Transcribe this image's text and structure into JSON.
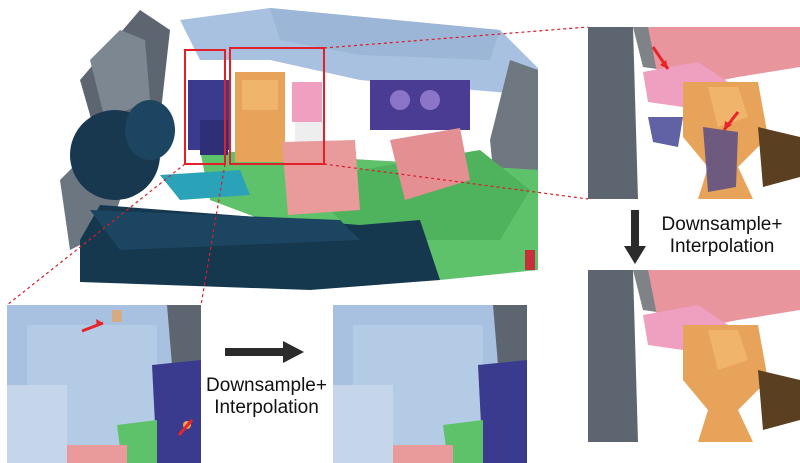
{
  "labels": {
    "right_caption_line1": "Downsample+",
    "right_caption_line2": "Interpolation",
    "bottom_caption_line1": "Downsample+",
    "bottom_caption_line2": "Interpolation"
  },
  "colors": {
    "highlight_box": "#e2202a",
    "guide_line": "#d81e2a",
    "arrow": "#2b2b2b",
    "callout_arrow": "#e8242b",
    "wall": "#9cb6d8",
    "floor_green": "#5ec26a",
    "orange_chair": "#e8a35a",
    "purple_chairs": "#3a3a8e",
    "pink_table": "#e99a9b",
    "dark_blue": "#17384e",
    "light_pink": "#ef9fbf"
  },
  "icons": {
    "right_arrow": "arrow-down-icon",
    "bottom_arrow": "arrow-right-icon"
  }
}
